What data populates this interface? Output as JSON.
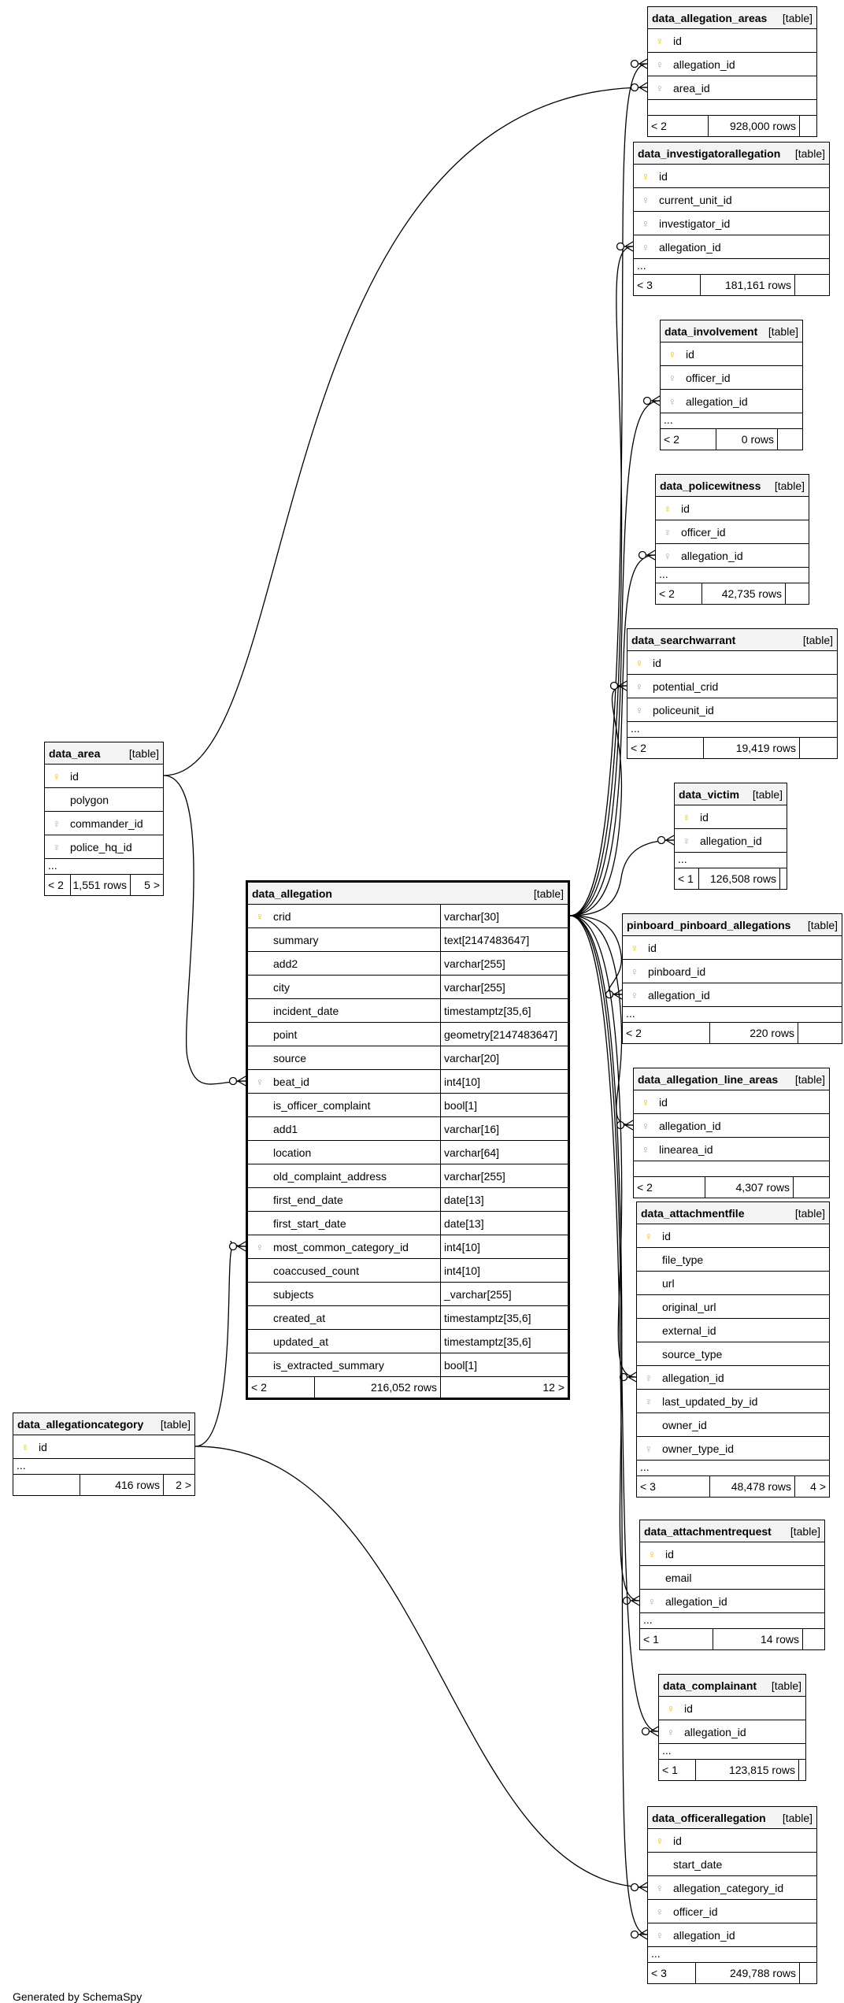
{
  "footer_text": "Generated by SchemaSpy",
  "icons": {
    "pk": "key-icon",
    "fk": "foreign-key-icon"
  },
  "tables": {
    "data_allegation_areas": {
      "name": "data_allegation_areas",
      "kind": "[table]",
      "columns": [
        {
          "name": "id",
          "key": "pk"
        },
        {
          "name": "allegation_id",
          "key": "fk"
        },
        {
          "name": "area_id",
          "key": "fk"
        }
      ],
      "more": "",
      "footer": {
        "left": "< 2",
        "middle": "928,000 rows",
        "right": ""
      }
    },
    "data_investigatorallegation": {
      "name": "data_investigatorallegation",
      "kind": "[table]",
      "columns": [
        {
          "name": "id",
          "key": "pk"
        },
        {
          "name": "current_unit_id",
          "key": "fk"
        },
        {
          "name": "investigator_id",
          "key": "fk"
        },
        {
          "name": "allegation_id",
          "key": "fk"
        }
      ],
      "more": "...",
      "footer": {
        "left": "< 3",
        "middle": "181,161 rows",
        "right": ""
      }
    },
    "data_involvement": {
      "name": "data_involvement",
      "kind": "[table]",
      "columns": [
        {
          "name": "id",
          "key": "pk"
        },
        {
          "name": "officer_id",
          "key": "fk"
        },
        {
          "name": "allegation_id",
          "key": "fk"
        }
      ],
      "more": "...",
      "footer": {
        "left": "< 2",
        "middle": "0 rows",
        "right": ""
      }
    },
    "data_policewitness": {
      "name": "data_policewitness",
      "kind": "[table]",
      "columns": [
        {
          "name": "id",
          "key": "pk"
        },
        {
          "name": "officer_id",
          "key": "fk"
        },
        {
          "name": "allegation_id",
          "key": "fk"
        }
      ],
      "more": "...",
      "footer": {
        "left": "< 2",
        "middle": "42,735 rows",
        "right": ""
      }
    },
    "data_searchwarrant": {
      "name": "data_searchwarrant",
      "kind": "[table]",
      "columns": [
        {
          "name": "id",
          "key": "pk"
        },
        {
          "name": "potential_crid",
          "key": "fk"
        },
        {
          "name": "policeunit_id",
          "key": "fk"
        }
      ],
      "more": "...",
      "footer": {
        "left": "< 2",
        "middle": "19,419 rows",
        "right": ""
      }
    },
    "data_victim": {
      "name": "data_victim",
      "kind": "[table]",
      "columns": [
        {
          "name": "id",
          "key": "pk"
        },
        {
          "name": "allegation_id",
          "key": "fk"
        }
      ],
      "more": "...",
      "footer": {
        "left": "< 1",
        "middle": "126,508 rows",
        "right": ""
      }
    },
    "pinboard_pinboard_allegations": {
      "name": "pinboard_pinboard_allegations",
      "kind": "[table]",
      "columns": [
        {
          "name": "id",
          "key": "pk"
        },
        {
          "name": "pinboard_id",
          "key": "fk"
        },
        {
          "name": "allegation_id",
          "key": "fk"
        }
      ],
      "more": "...",
      "footer": {
        "left": "< 2",
        "middle": "220 rows",
        "right": ""
      }
    },
    "data_allegation_line_areas": {
      "name": "data_allegation_line_areas",
      "kind": "[table]",
      "columns": [
        {
          "name": "id",
          "key": "pk"
        },
        {
          "name": "allegation_id",
          "key": "fk"
        },
        {
          "name": "linearea_id",
          "key": "fk"
        }
      ],
      "more": "",
      "footer": {
        "left": "< 2",
        "middle": "4,307 rows",
        "right": ""
      }
    },
    "data_attachmentfile": {
      "name": "data_attachmentfile",
      "kind": "[table]",
      "columns": [
        {
          "name": "id",
          "key": "pk"
        },
        {
          "name": "file_type",
          "key": ""
        },
        {
          "name": "url",
          "key": ""
        },
        {
          "name": "original_url",
          "key": ""
        },
        {
          "name": "external_id",
          "key": ""
        },
        {
          "name": "source_type",
          "key": ""
        },
        {
          "name": "allegation_id",
          "key": "fk"
        },
        {
          "name": "last_updated_by_id",
          "key": "fk"
        },
        {
          "name": "owner_id",
          "key": ""
        },
        {
          "name": "owner_type_id",
          "key": "fk"
        }
      ],
      "more": "...",
      "footer": {
        "left": "< 3",
        "middle": "48,478 rows",
        "right": "4 >"
      }
    },
    "data_attachmentrequest": {
      "name": "data_attachmentrequest",
      "kind": "[table]",
      "columns": [
        {
          "name": "id",
          "key": "pk"
        },
        {
          "name": "email",
          "key": ""
        },
        {
          "name": "allegation_id",
          "key": "fk"
        }
      ],
      "more": "...",
      "footer": {
        "left": "< 1",
        "middle": "14 rows",
        "right": ""
      }
    },
    "data_complainant": {
      "name": "data_complainant",
      "kind": "[table]",
      "columns": [
        {
          "name": "id",
          "key": "pk"
        },
        {
          "name": "allegation_id",
          "key": "fk"
        }
      ],
      "more": "...",
      "footer": {
        "left": "< 1",
        "middle": "123,815 rows",
        "right": ""
      }
    },
    "data_officerallegation": {
      "name": "data_officerallegation",
      "kind": "[table]",
      "columns": [
        {
          "name": "id",
          "key": "pk"
        },
        {
          "name": "start_date",
          "key": ""
        },
        {
          "name": "allegation_category_id",
          "key": "fk"
        },
        {
          "name": "officer_id",
          "key": "fk"
        },
        {
          "name": "allegation_id",
          "key": "fk"
        }
      ],
      "more": "...",
      "footer": {
        "left": "< 3",
        "middle": "249,788 rows",
        "right": ""
      }
    },
    "data_area": {
      "name": "data_area",
      "kind": "[table]",
      "columns": [
        {
          "name": "id",
          "key": "pk"
        },
        {
          "name": "polygon",
          "key": ""
        },
        {
          "name": "commander_id",
          "key": "fk"
        },
        {
          "name": "police_hq_id",
          "key": "fk"
        }
      ],
      "more": "...",
      "footer": {
        "left": "< 2",
        "middle": "1,551 rows",
        "right": "5 >"
      }
    },
    "data_allegationcategory": {
      "name": "data_allegationcategory",
      "kind": "[table]",
      "columns": [
        {
          "name": "id",
          "key": "pk"
        }
      ],
      "more": "...",
      "footer": {
        "left": "",
        "middle": "416 rows",
        "right": "2 >"
      }
    },
    "data_allegation": {
      "name": "data_allegation",
      "kind": "[table]",
      "columns": [
        {
          "name": "crid",
          "key": "pk",
          "type": "varchar[30]"
        },
        {
          "name": "summary",
          "key": "",
          "type": "text[2147483647]"
        },
        {
          "name": "add2",
          "key": "",
          "type": "varchar[255]"
        },
        {
          "name": "city",
          "key": "",
          "type": "varchar[255]"
        },
        {
          "name": "incident_date",
          "key": "",
          "type": "timestamptz[35,6]"
        },
        {
          "name": "point",
          "key": "",
          "type": "geometry[2147483647]"
        },
        {
          "name": "source",
          "key": "",
          "type": "varchar[20]"
        },
        {
          "name": "beat_id",
          "key": "fk",
          "type": "int4[10]"
        },
        {
          "name": "is_officer_complaint",
          "key": "",
          "type": "bool[1]"
        },
        {
          "name": "add1",
          "key": "",
          "type": "varchar[16]"
        },
        {
          "name": "location",
          "key": "",
          "type": "varchar[64]"
        },
        {
          "name": "old_complaint_address",
          "key": "",
          "type": "varchar[255]"
        },
        {
          "name": "first_end_date",
          "key": "",
          "type": "date[13]"
        },
        {
          "name": "first_start_date",
          "key": "",
          "type": "date[13]"
        },
        {
          "name": "most_common_category_id",
          "key": "fk",
          "type": "int4[10]"
        },
        {
          "name": "coaccused_count",
          "key": "",
          "type": "int4[10]"
        },
        {
          "name": "subjects",
          "key": "",
          "type": "_varchar[255]"
        },
        {
          "name": "created_at",
          "key": "",
          "type": "timestamptz[35,6]"
        },
        {
          "name": "updated_at",
          "key": "",
          "type": "timestamptz[35,6]"
        },
        {
          "name": "is_extracted_summary",
          "key": "",
          "type": "bool[1]"
        }
      ],
      "more": "",
      "footer": {
        "left": "< 2",
        "middle": "216,052 rows",
        "right": "12 >"
      }
    }
  }
}
